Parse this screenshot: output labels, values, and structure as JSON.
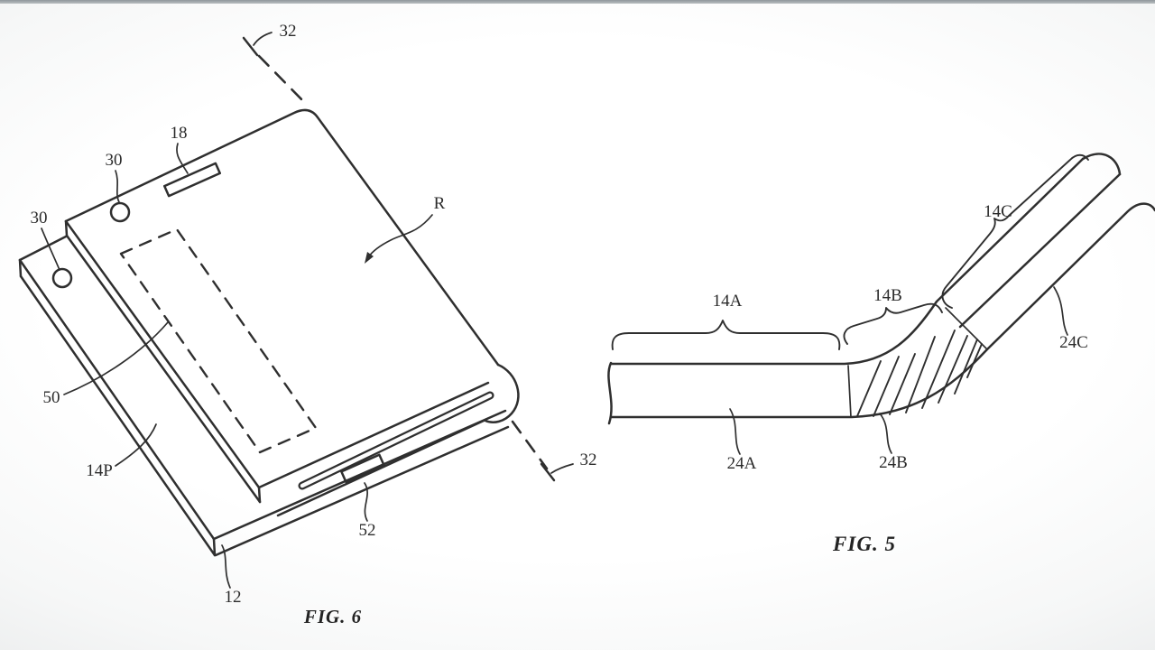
{
  "style": {
    "line_color": "#2f2f2f",
    "background_center": "#ffffff",
    "background_edge": "#cbced0",
    "top_strip": "#8f969b"
  },
  "fig6": {
    "caption": "FIG. 6",
    "labels": {
      "axis_top": "32",
      "axis_bottom": "32",
      "speaker": "18",
      "camera_upper": "30",
      "camera_lower": "30",
      "bend_radius": "R",
      "display_region": "50",
      "panel": "14P",
      "housing": "12",
      "port": "52"
    }
  },
  "fig5": {
    "caption": "FIG. 5",
    "labels": {
      "segment_a": "14A",
      "segment_b": "14B",
      "segment_c": "14C",
      "layer_a": "24A",
      "layer_b": "24B",
      "layer_c": "24C"
    }
  }
}
